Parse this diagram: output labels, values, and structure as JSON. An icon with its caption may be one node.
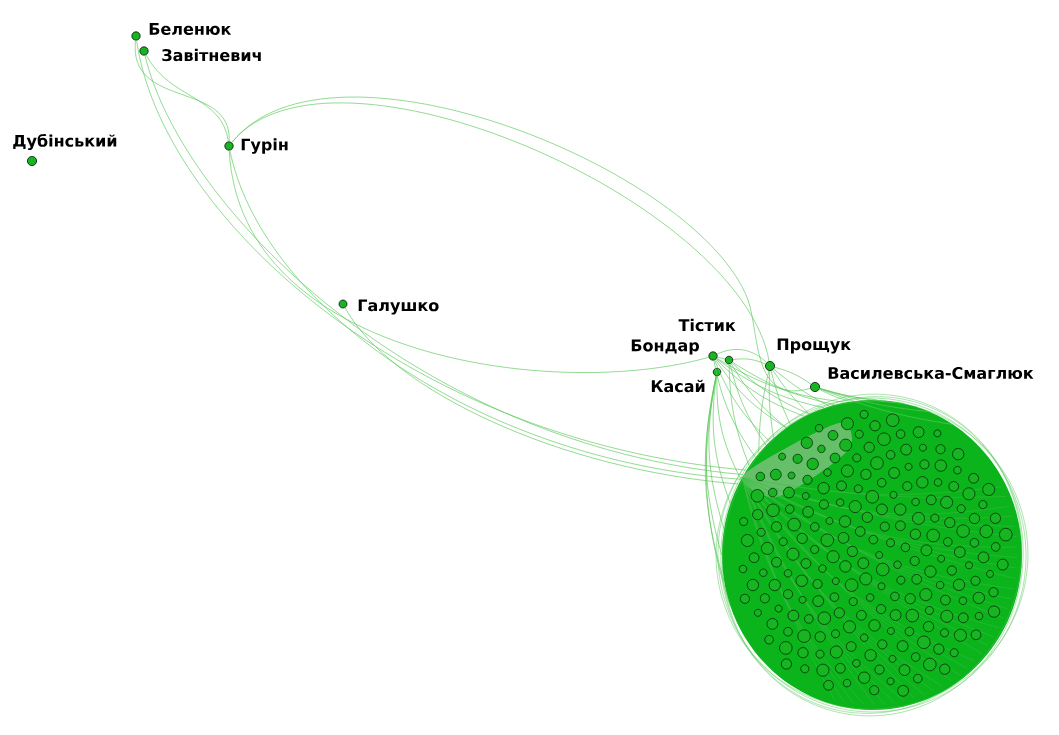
{
  "diagram": {
    "nodes": [
      {
        "text": [
          "Беленюк"
        ]
      },
      {
        "text": [
          "Завітневич"
        ]
      },
      {
        "text": [
          "Дубінський"
        ]
      },
      {
        "text": [
          "Гурін"
        ]
      },
      {
        "text": [
          "Галушко"
        ]
      },
      {
        "text": [
          "Тістик"
        ]
      },
      {
        "text": [
          "Бондар"
        ]
      },
      {
        "text": [
          "Касай"
        ]
      },
      {
        "text": [
          "Прощук"
        ]
      },
      {
        "text": [
          "Василевська-Смаглюк"
        ]
      },
      {
        "text": [],
        "shape": "picture"
      }
    ],
    "edges": [
      {
        "from": 0,
        "to": 3,
        "arrow": "none"
      },
      {
        "from": 1,
        "to": 3,
        "arrow": "none"
      },
      {
        "from": 0,
        "to": 10,
        "arrow": "none"
      },
      {
        "from": 1,
        "to": 10,
        "arrow": "none"
      },
      {
        "from": 3,
        "to": 10,
        "arrow": "none"
      },
      {
        "from": 4,
        "to": 10,
        "arrow": "none"
      },
      {
        "from": 3,
        "to": 6,
        "arrow": "none"
      },
      {
        "from": 3,
        "to": 8,
        "arrow": "none"
      },
      {
        "from": 3,
        "to": 9,
        "arrow": "none"
      },
      {
        "from": 6,
        "to": 5,
        "arrow": "none"
      },
      {
        "from": 6,
        "to": 8,
        "arrow": "none"
      },
      {
        "from": 5,
        "to": 8,
        "arrow": "none"
      },
      {
        "from": 8,
        "to": 9,
        "arrow": "none"
      },
      {
        "from": 6,
        "to": 10,
        "arrow": "none"
      },
      {
        "from": 7,
        "to": 10,
        "arrow": "none"
      },
      {
        "from": 5,
        "to": 10,
        "arrow": "none"
      },
      {
        "from": 8,
        "to": 10,
        "arrow": "none"
      },
      {
        "from": 9,
        "to": 10,
        "arrow": "none"
      }
    ]
  }
}
